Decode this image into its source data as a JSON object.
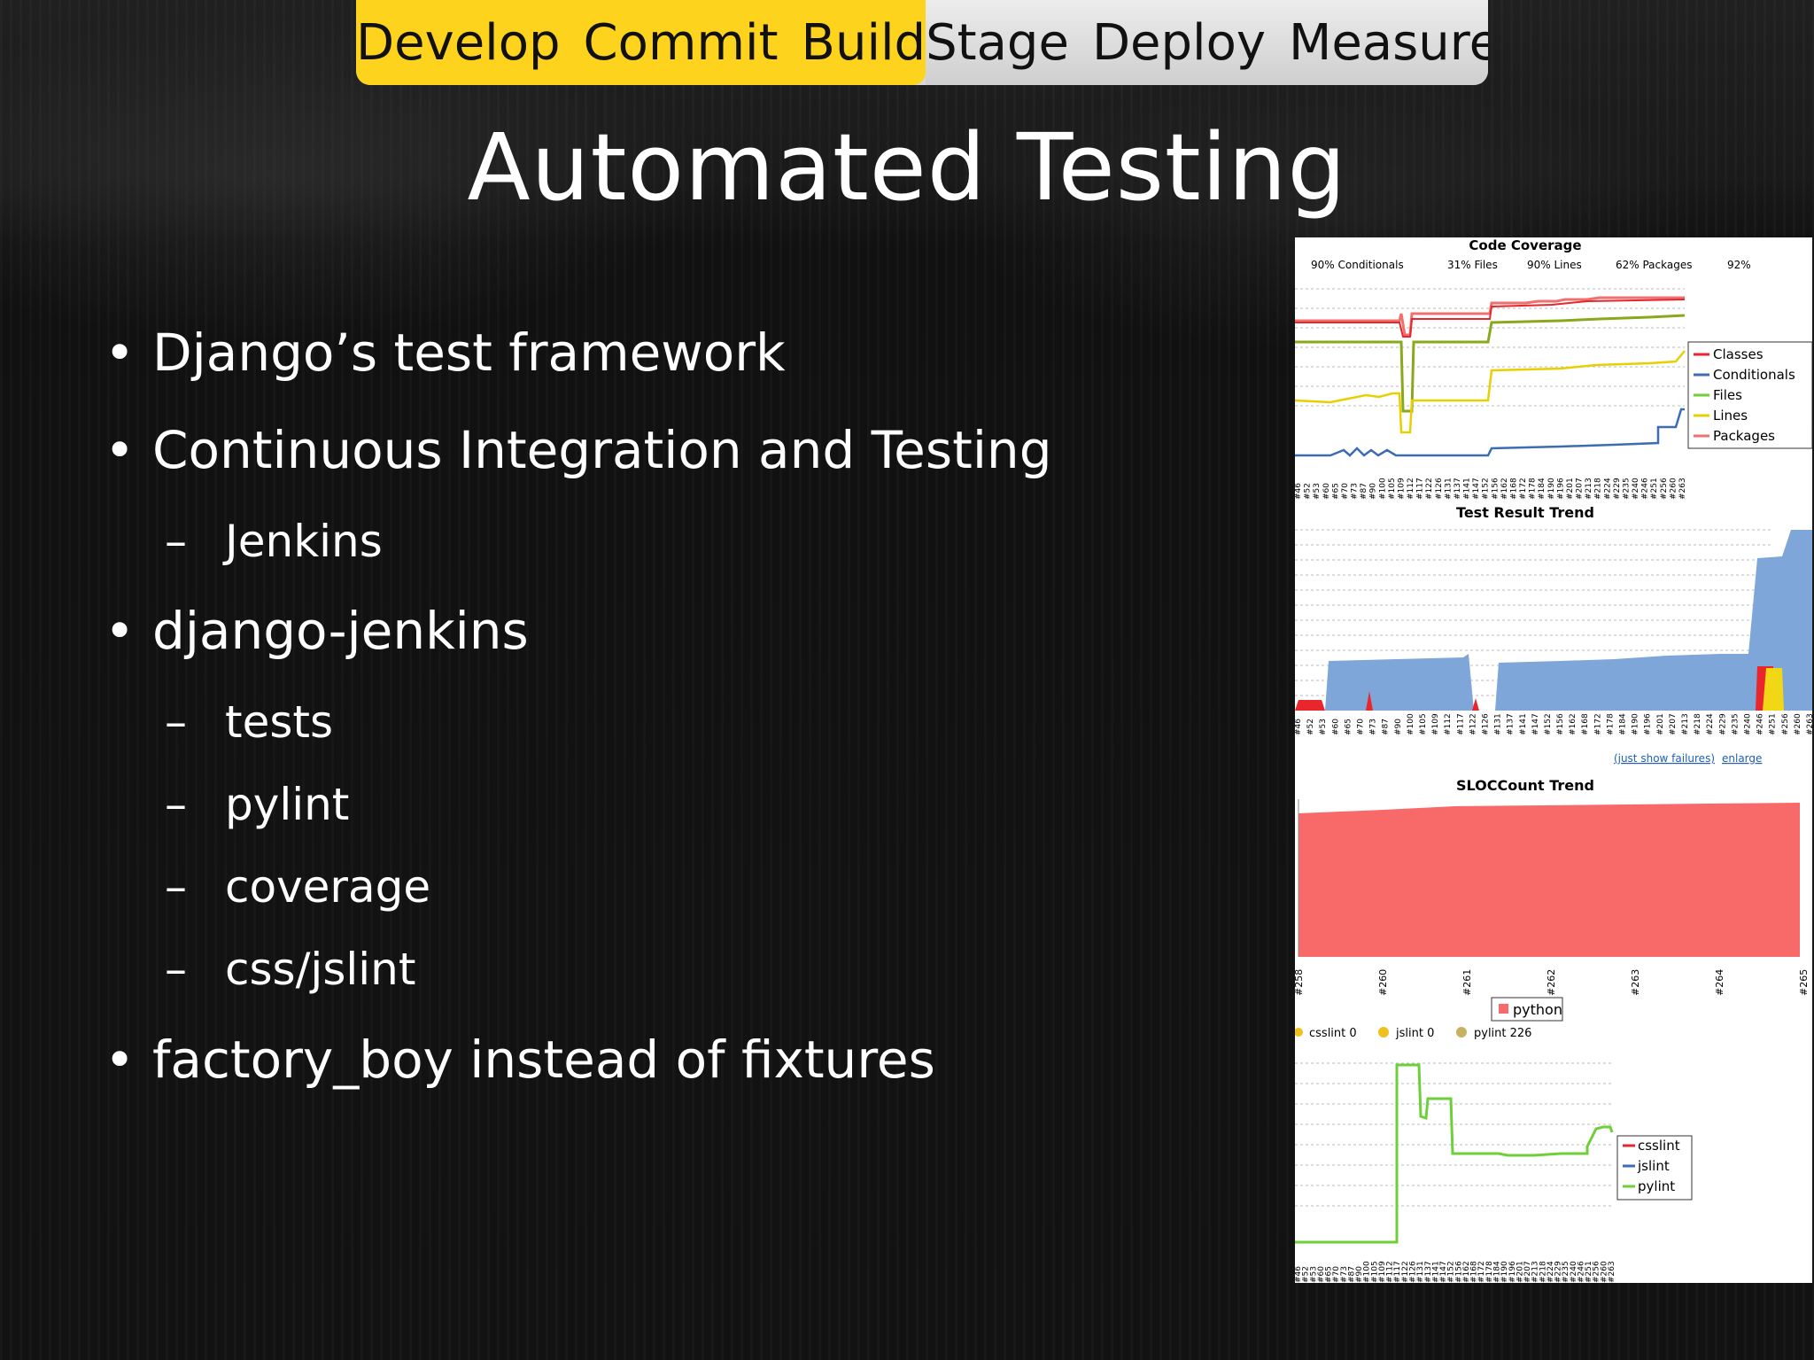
{
  "pipeline": {
    "active_stages": [
      "Develop",
      "Commit",
      "Build"
    ],
    "inactive_stages": [
      "Stage",
      "Deploy",
      "Measure"
    ],
    "active_color": "#fdd31d"
  },
  "slide": {
    "title": "Automated Testing",
    "bullets": [
      {
        "text": "Django’s test framework"
      },
      {
        "text": "Continuous Integration and Testing",
        "sub": [
          "Jenkins"
        ]
      },
      {
        "text": "django-jenkins",
        "sub": [
          "tests",
          "pylint",
          "coverage",
          "css/jslint"
        ]
      },
      {
        "text": "factory_boy instead of fixtures"
      }
    ]
  },
  "jenkins": {
    "coverage": {
      "title": "Code Coverage",
      "summary": [
        "90% Conditionals",
        "31% Files",
        "90% Lines",
        "62% Packages",
        "92%"
      ],
      "legend": [
        "Classes",
        "Conditionals",
        "Files",
        "Lines",
        "Packages"
      ],
      "legend_colors": [
        "#e8262c",
        "#3b6cb4",
        "#6fcf3a",
        "#e8d000",
        "#f07070"
      ],
      "build_labels": [
        "#46",
        "#52",
        "#53",
        "#60",
        "#65",
        "#70",
        "#73",
        "#87",
        "#90",
        "#100",
        "#105",
        "#109",
        "#112",
        "#117",
        "#122",
        "#126",
        "#131",
        "#137",
        "#141",
        "#147",
        "#152",
        "#156",
        "#162",
        "#168",
        "#172",
        "#178",
        "#184",
        "#190",
        "#196",
        "#201",
        "#207",
        "#213",
        "#218",
        "#224",
        "#229",
        "#235",
        "#240",
        "#246",
        "#251",
        "#256",
        "#260",
        "#263"
      ]
    },
    "test_trend": {
      "title": "Test Result Trend",
      "links": [
        "(just show failures)",
        "enlarge"
      ]
    },
    "sloc": {
      "title": "SLOCCount Trend",
      "builds": [
        "#258",
        "#260",
        "#261",
        "#262",
        "#263",
        "#264",
        "#265"
      ],
      "legend": "python",
      "color": "#f86a6a"
    },
    "violations": {
      "summary": [
        "csslint 0",
        "jslint 0",
        "pylint 226"
      ],
      "legend": [
        "csslint",
        "jslint",
        "pylint"
      ],
      "legend_colors": [
        "#e8262c",
        "#3b6cb4",
        "#6fcf3a"
      ]
    }
  }
}
